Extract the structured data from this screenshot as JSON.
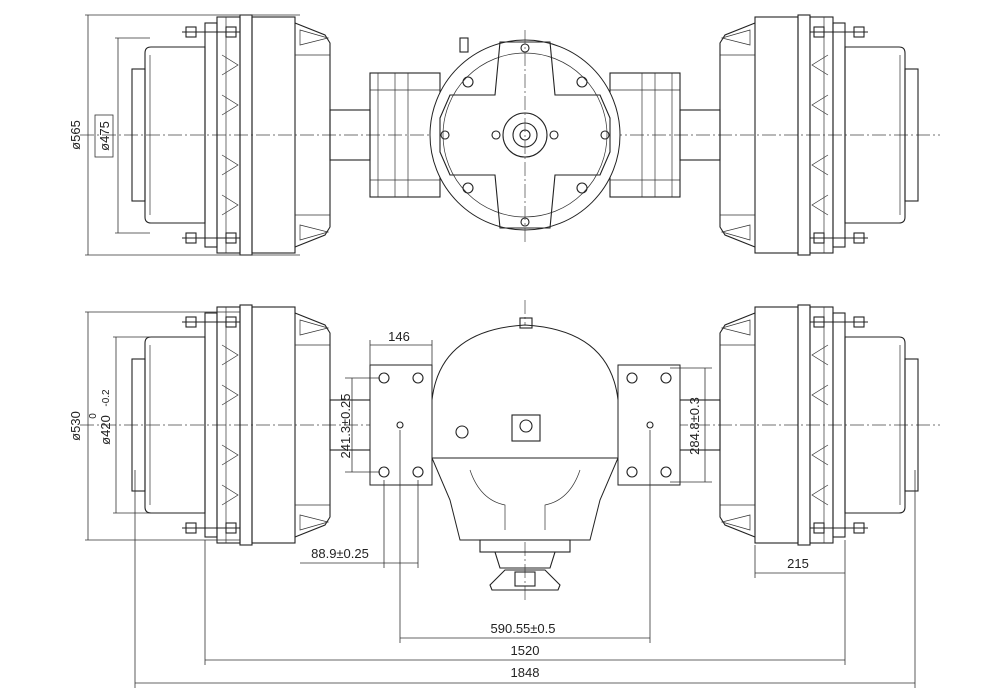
{
  "views": {
    "top": {
      "dimensions": {
        "outer_diameter": "ø565",
        "brake_diameter": "ø475"
      }
    },
    "front": {
      "dimensions": {
        "outer_diameter": "ø530",
        "pilot_diameter": "ø420",
        "pilot_tolerance_upper": "0",
        "pilot_tolerance_lower": "-0.2",
        "bracket_width": "146",
        "left_bracket_height": "241.3±0.25",
        "right_bracket_height": "284.8±0.3",
        "bracket_offset": "88.9±0.25",
        "hub_width": "215",
        "bracket_spacing": "590.55±0.5",
        "flange_spacing": "1520",
        "overall_length": "1848"
      }
    }
  }
}
